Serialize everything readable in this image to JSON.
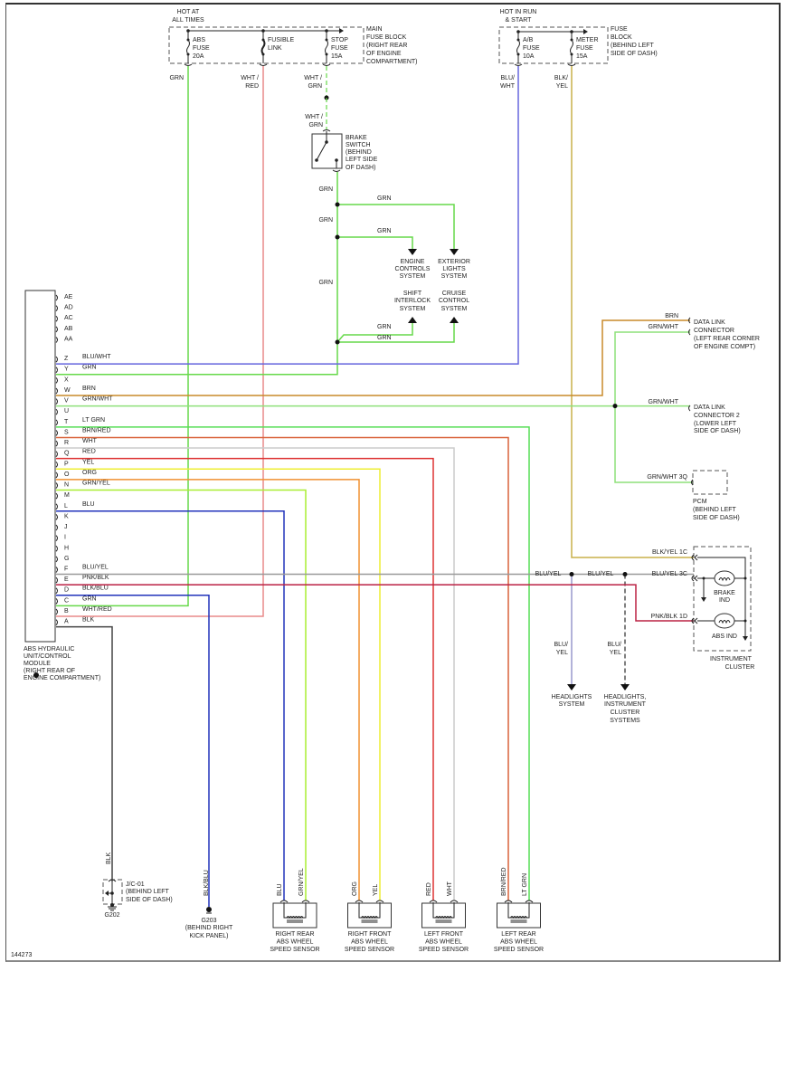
{
  "diagram_id": "144273",
  "main_fuse_block": {
    "hot_label": [
      "HOT AT",
      "ALL TIMES"
    ],
    "title": [
      "MAIN",
      "FUSE BLOCK",
      "(RIGHT REAR",
      "OF ENGINE",
      "COMPARTMENT)"
    ],
    "fuses": [
      {
        "lines": [
          "ABS",
          "FUSE",
          "20A"
        ]
      },
      {
        "lines": [
          "FUSIBLE",
          "LINK"
        ]
      },
      {
        "lines": [
          "STOP",
          "FUSE",
          "15A"
        ]
      }
    ]
  },
  "dash_fuse_block": {
    "hot_label": [
      "HOT IN RUN",
      "& START"
    ],
    "title": [
      "FUSE",
      "BLOCK",
      "(BEHIND LEFT",
      "SIDE OF DASH)"
    ],
    "fuses": [
      {
        "lines": [
          "A/B",
          "FUSE",
          "10A"
        ]
      },
      {
        "lines": [
          "METER",
          "FUSE",
          "15A"
        ]
      }
    ]
  },
  "fuse_wires": [
    {
      "lines": [
        "GRN"
      ],
      "color": "#66d94a"
    },
    {
      "lines": [
        "WHT /",
        "RED"
      ],
      "color": "#e88a8a"
    },
    {
      "lines": [
        "WHT /",
        "GRN"
      ],
      "color": "#66d94a"
    },
    {
      "lines": [
        "BLU/",
        "WHT"
      ],
      "color": "#6666dd"
    },
    {
      "lines": [
        "BLK/",
        "YEL"
      ],
      "color": "#c8b04a"
    }
  ],
  "brake_switch": {
    "wire_in": [
      "WHT /",
      "GRN"
    ],
    "label": [
      "BRAKE",
      "SWITCH",
      "(BEHIND",
      "LEFT SIDE",
      "OF DASH)"
    ]
  },
  "grn_splice_labels": [
    "GRN",
    "GRN",
    "GRN",
    "GRN",
    "GRN",
    "GRN",
    "GRN"
  ],
  "systems": {
    "engine_controls": [
      "ENGINE",
      "CONTROLS",
      "SYSTEM"
    ],
    "exterior_lights": [
      "EXTERIOR",
      "LIGHTS",
      "SYSTEM"
    ],
    "shift_interlock": [
      "SHIFT",
      "INTERLOCK",
      "SYSTEM"
    ],
    "cruise_control": [
      "CRUISE",
      "CONTROL",
      "SYSTEM"
    ],
    "headlights": [
      "HEADLIGHTS",
      "SYSTEM"
    ],
    "headlights_cluster": [
      "HEADLIGHTS,",
      "INSTRUMENT",
      "CLUSTER",
      "SYSTEMS"
    ]
  },
  "abs_module": {
    "label": [
      "ABS HYDRAULIC",
      "UNIT/CONTROL",
      "MODULE",
      "(RIGHT REAR OF",
      "ENGINE COMPARTMENT)"
    ],
    "pins": [
      {
        "pin": "AE",
        "wire": ""
      },
      {
        "pin": "AD",
        "wire": ""
      },
      {
        "pin": "AC",
        "wire": ""
      },
      {
        "pin": "AB",
        "wire": ""
      },
      {
        "pin": "AA",
        "wire": ""
      },
      {
        "pin": "Z",
        "wire": "BLU/WHT",
        "color": "#6666dd"
      },
      {
        "pin": "Y",
        "wire": "GRN",
        "color": "#66d94a"
      },
      {
        "pin": "X",
        "wire": ""
      },
      {
        "pin": "W",
        "wire": "BRN",
        "color": "#c98a2a"
      },
      {
        "pin": "V",
        "wire": "GRN/WHT",
        "color": "#8ee07a"
      },
      {
        "pin": "U",
        "wire": ""
      },
      {
        "pin": "T",
        "wire": "LT GRN",
        "color": "#55dd55"
      },
      {
        "pin": "S",
        "wire": "BRN/RED",
        "color": "#d9623a"
      },
      {
        "pin": "R",
        "wire": "WHT",
        "color": "#cccccc"
      },
      {
        "pin": "Q",
        "wire": "RED",
        "color": "#dd3333"
      },
      {
        "pin": "P",
        "wire": "YEL",
        "color": "#eeee33"
      },
      {
        "pin": "O",
        "wire": "ORG",
        "color": "#f09030"
      },
      {
        "pin": "N",
        "wire": "GRN/YEL",
        "color": "#aaee33"
      },
      {
        "pin": "M",
        "wire": ""
      },
      {
        "pin": "L",
        "wire": "BLU",
        "color": "#2233bb"
      },
      {
        "pin": "K",
        "wire": ""
      },
      {
        "pin": "J",
        "wire": ""
      },
      {
        "pin": "I",
        "wire": ""
      },
      {
        "pin": "H",
        "wire": ""
      },
      {
        "pin": "G",
        "wire": ""
      },
      {
        "pin": "F",
        "wire": "BLU/YEL",
        "color": "#999999"
      },
      {
        "pin": "E",
        "wire": "PNK/BLK",
        "color": "#bb2244"
      },
      {
        "pin": "D",
        "wire": "BLK/BLU",
        "color": "#2233bb"
      },
      {
        "pin": "C",
        "wire": "GRN",
        "color": "#66d94a"
      },
      {
        "pin": "B",
        "wire": "WHT/RED",
        "color": "#e88a8a"
      },
      {
        "pin": "A",
        "wire": "BLK",
        "color": "#444444"
      }
    ]
  },
  "data_link": {
    "dlc1_wires": [
      "BRN",
      "GRN/WHT"
    ],
    "dlc1_label": [
      "DATA LINK",
      "CONNECTOR",
      "(LEFT REAR CORNER",
      "OF ENGINE COMPT)"
    ],
    "dlc2_wire": "GRN/WHT",
    "dlc2_label": [
      "DATA LINK",
      "CONNECTOR 2",
      "(LOWER LEFT",
      "SIDE OF DASH)"
    ],
    "pcm_wire": "GRN/WHT  3Q",
    "pcm_label": [
      "PCM",
      "(BEHIND LEFT",
      "SIDE OF DASH)"
    ]
  },
  "instrument_cluster": {
    "wires": [
      "BLK/YEL  1C",
      "BLU/YEL  3C",
      "PNK/BLK  1D"
    ],
    "splice_labels": [
      "BLU/YEL",
      "BLU/YEL"
    ],
    "down_labels": [
      [
        "BLU/",
        "YEL"
      ],
      [
        "BLU/",
        "YEL"
      ]
    ],
    "brake_ind": [
      "BRAKE",
      "IND"
    ],
    "abs_ind": "ABS IND",
    "label": [
      "INSTRUMENT",
      "CLUSTER"
    ]
  },
  "grounds": {
    "blk_wire": "BLK",
    "jc01": [
      "J/C-01",
      "(BEHIND LEFT",
      "SIDE OF DASH)"
    ],
    "g202": "G202",
    "blkblu_wire": "BLK/BLU",
    "g203": [
      "G203",
      "(BEHIND RIGHT",
      "KICK PANEL)"
    ]
  },
  "sensors": [
    {
      "wires": [
        "BLU",
        "GRN/YEL"
      ],
      "label": [
        "RIGHT REAR",
        "ABS WHEEL",
        "SPEED SENSOR"
      ]
    },
    {
      "wires": [
        "ORG",
        "YEL"
      ],
      "label": [
        "RIGHT FRONT",
        "ABS WHEEL",
        "SPEED SENSOR"
      ]
    },
    {
      "wires": [
        "RED",
        "WHT"
      ],
      "label": [
        "LEFT FRONT",
        "ABS WHEEL",
        "SPEED SENSOR"
      ]
    },
    {
      "wires": [
        "BRN/RED",
        "LT GRN"
      ],
      "label": [
        "LEFT REAR",
        "ABS WHEEL",
        "SPEED SENSOR"
      ]
    }
  ]
}
